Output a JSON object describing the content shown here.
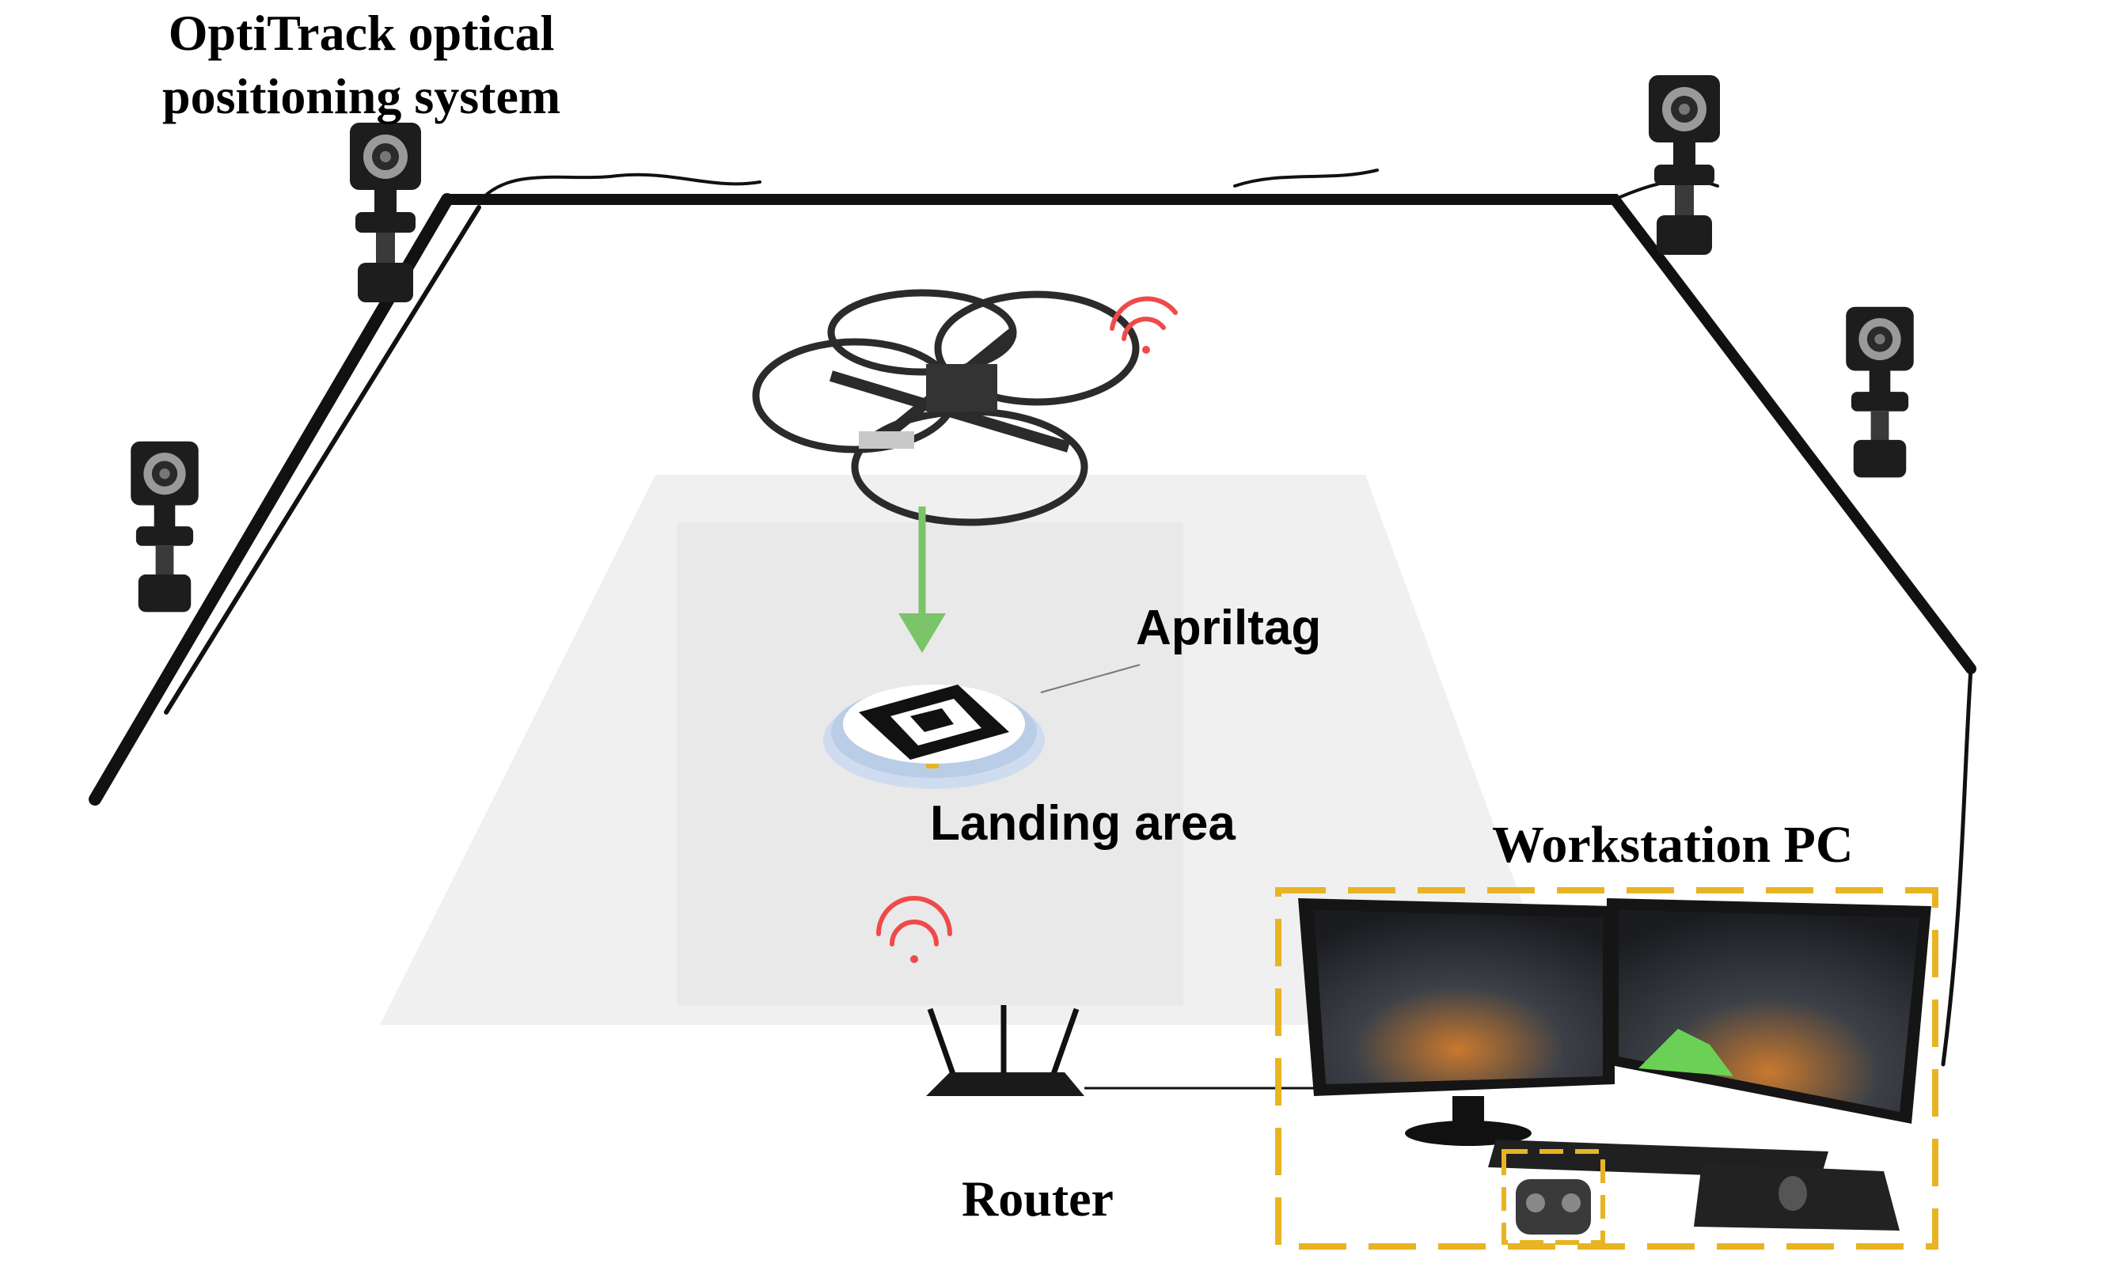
{
  "labels": {
    "optitrack_line1": "OptiTrack optical",
    "optitrack_line2": "positioning system",
    "apriltag": "Apriltag",
    "landing_area": "Landing area",
    "workstation": "Workstation PC",
    "router": "Router"
  },
  "icons": [
    "motion-capture-camera-icon",
    "quadrotor-drone-icon",
    "wifi-signal-icon",
    "apriltag-marker-icon",
    "router-icon",
    "monitor-icon",
    "keyboard-icon",
    "remote-controller-icon",
    "descent-arrow-icon"
  ],
  "colors": {
    "arrow": "#7cc46a",
    "wifi": "#ef4a4a",
    "highlight_box": "#e8b423",
    "floor": "#efefef",
    "frame": "#111111",
    "pad_ring": "#b9cde6"
  }
}
